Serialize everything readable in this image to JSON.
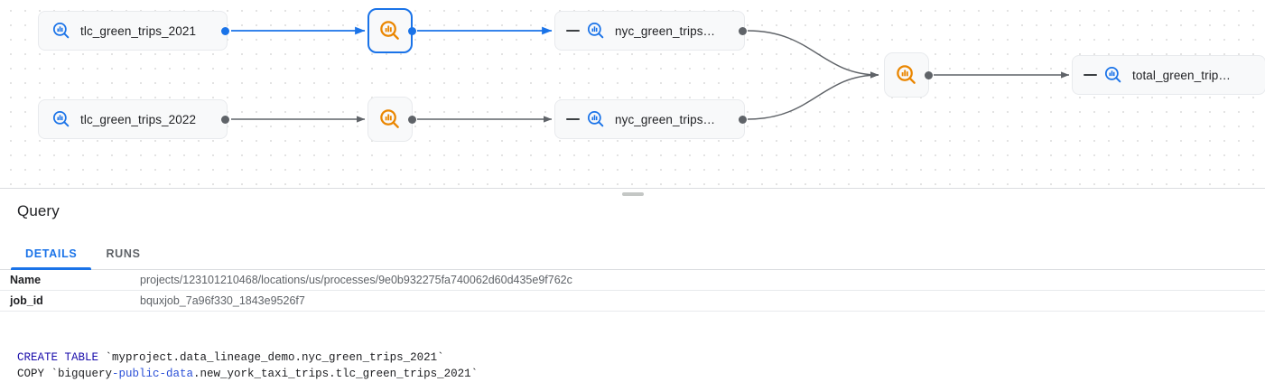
{
  "graph": {
    "nodes": [
      {
        "id": "tlc_2021",
        "label": "tlc_green_trips_2021",
        "icon": "bigquery-table-icon",
        "kind": "table",
        "selected": false,
        "toggle": false
      },
      {
        "id": "tlc_2022",
        "label": "tlc_green_trips_2022",
        "icon": "bigquery-table-icon",
        "kind": "table",
        "selected": false,
        "toggle": false
      },
      {
        "id": "proc_2021",
        "label": "",
        "icon": "bigquery-process-icon",
        "kind": "process",
        "selected": true,
        "toggle": false
      },
      {
        "id": "proc_2022",
        "label": "",
        "icon": "bigquery-process-icon",
        "kind": "process",
        "selected": false,
        "toggle": false
      },
      {
        "id": "nyc_2021",
        "label": "nyc_green_trips…",
        "icon": "bigquery-table-icon",
        "kind": "table",
        "selected": false,
        "toggle": true
      },
      {
        "id": "nyc_2022",
        "label": "nyc_green_trips…",
        "icon": "bigquery-table-icon",
        "kind": "table",
        "selected": false,
        "toggle": true
      },
      {
        "id": "proc_total",
        "label": "",
        "icon": "bigquery-process-icon",
        "kind": "process",
        "selected": false,
        "toggle": false
      },
      {
        "id": "total",
        "label": "total_green_trip…",
        "icon": "bigquery-table-icon",
        "kind": "table",
        "selected": false,
        "toggle": true
      }
    ],
    "edges": [
      {
        "from": "tlc_2021",
        "to": "proc_2021",
        "highlighted": true
      },
      {
        "from": "proc_2021",
        "to": "nyc_2021",
        "highlighted": true
      },
      {
        "from": "tlc_2022",
        "to": "proc_2022",
        "highlighted": false
      },
      {
        "from": "proc_2022",
        "to": "nyc_2022",
        "highlighted": false
      },
      {
        "from": "nyc_2021",
        "to": "proc_total",
        "highlighted": false
      },
      {
        "from": "nyc_2022",
        "to": "proc_total",
        "highlighted": false
      },
      {
        "from": "proc_total",
        "to": "total",
        "highlighted": false
      }
    ],
    "colors": {
      "highlight": "#1a73e8",
      "edge": "#5f6368",
      "table_icon": "#1a73e8",
      "process_icon": "#f29900",
      "node_bg": "#f8f9fa"
    }
  },
  "panel": {
    "title": "Query",
    "tabs": [
      {
        "id": "details",
        "label": "DETAILS",
        "active": true
      },
      {
        "id": "runs",
        "label": "RUNS",
        "active": false
      }
    ],
    "rows": [
      {
        "key": "Name",
        "value": "projects/123101210468/locations/us/processes/9e0b932275fa740062d60d435e9f762c"
      },
      {
        "key": "job_id",
        "value": "bquxjob_7a96f330_1843e9526f7"
      }
    ],
    "sql": {
      "line1": {
        "keyword": "CREATE TABLE",
        "rest": " `myproject.data_lineage_demo.nyc_green_trips_2021`"
      },
      "line2": {
        "prefix": "COPY `bigquery",
        "highlight": "-public-data",
        "rest": ".new_york_taxi_trips.tlc_green_trips_2021`"
      }
    }
  }
}
